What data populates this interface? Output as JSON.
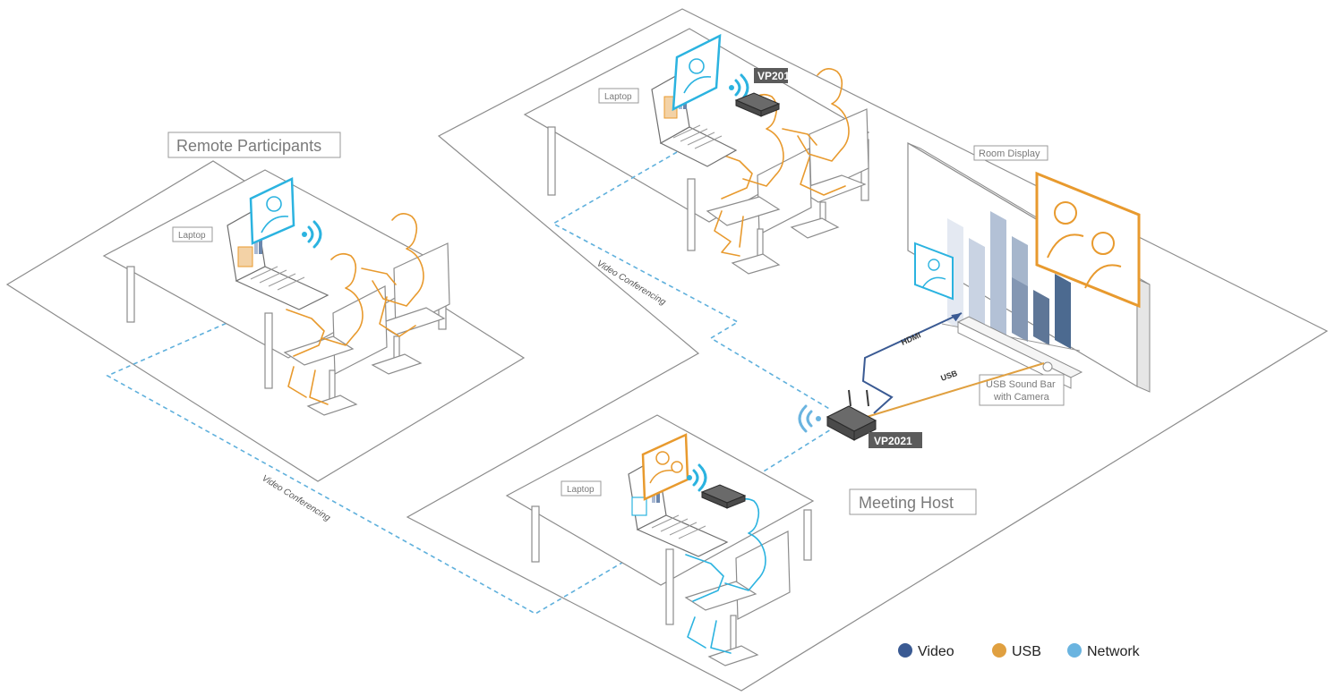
{
  "labels": {
    "remote_participants": "Remote Participants",
    "meeting_host": "Meeting Host",
    "room_display": "Room Display",
    "laptop": "Laptop",
    "soundbar_line1": "USB Sound Bar",
    "soundbar_line2": "with Camera",
    "vp201": "VP201",
    "vp2021": "VP2021",
    "hdmi": "HDMI",
    "usb": "USB",
    "video_conferencing": "Video Conferencing"
  },
  "legend": [
    {
      "label": "Video",
      "color": "#3a5a93"
    },
    {
      "label": "USB",
      "color": "#e0a040"
    },
    {
      "label": "Network",
      "color": "#6ab4e0"
    }
  ],
  "colors": {
    "remote_participant": "#e89a2e",
    "host_participant": "#2bb3e0",
    "video": "#3a5a93",
    "usb": "#e0a040",
    "network": "#5fb0dc"
  },
  "display_bars_shades": [
    "#e4e9f2",
    "#c9d3e3",
    "#b3c1d6",
    "#a6b6cc",
    "#8497b3",
    "#5e7697",
    "#4c6a90"
  ]
}
